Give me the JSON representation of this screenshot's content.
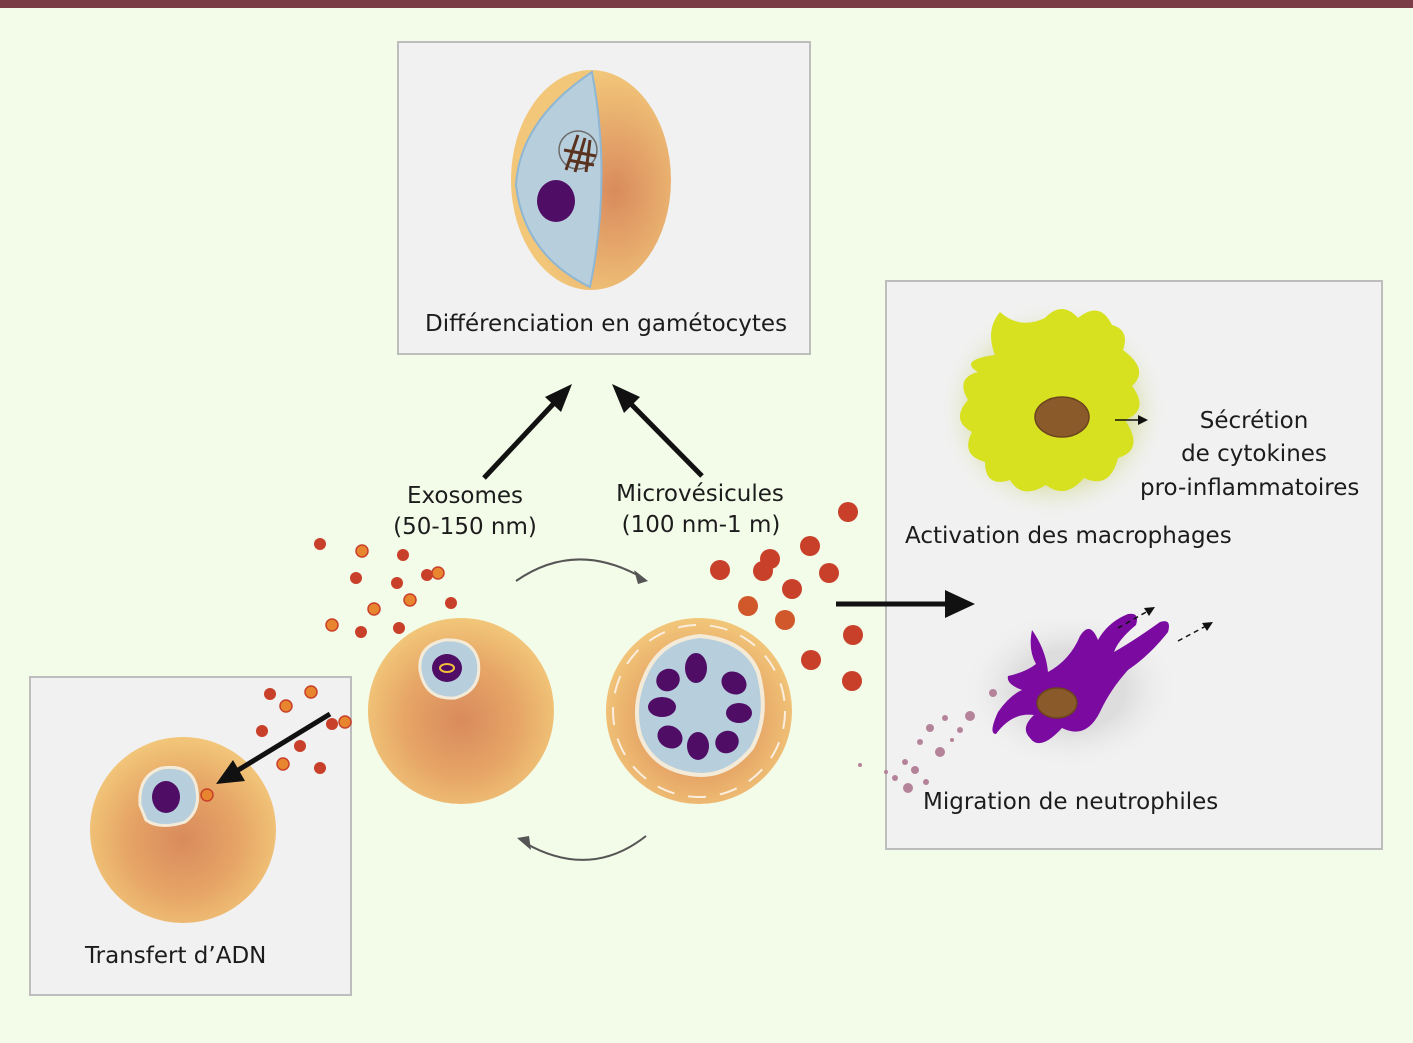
{
  "panels": {
    "gametocytes": {
      "label": "Différenciation en gamétocytes"
    },
    "immune": {
      "macrophage_label": "Activation des macrophages",
      "secretion_label": [
        "Sécrétion",
        "de cytokines",
        "pro-inflammatoires"
      ],
      "neutrophil_label": "Migration de neutrophiles"
    },
    "dna": {
      "label": "Transfert d’ADN"
    }
  },
  "vesicles": {
    "exosomes": {
      "name": "Exosomes",
      "size": "(50-150 nm)"
    },
    "microvesicles": {
      "name": "Microvésicules",
      "size": "(100 nm-1  m)"
    }
  },
  "colors": {
    "background": "#f3fbe9",
    "top_bar": "#7a3c45",
    "red_cell": "#e9b56a",
    "vesicle": "#c9402a",
    "parasite_vacuole": "#b9d2e0",
    "nucleus": "#4f0d66",
    "macrophage": "#d7e11f",
    "neutrophil": "#7a0aa0"
  }
}
